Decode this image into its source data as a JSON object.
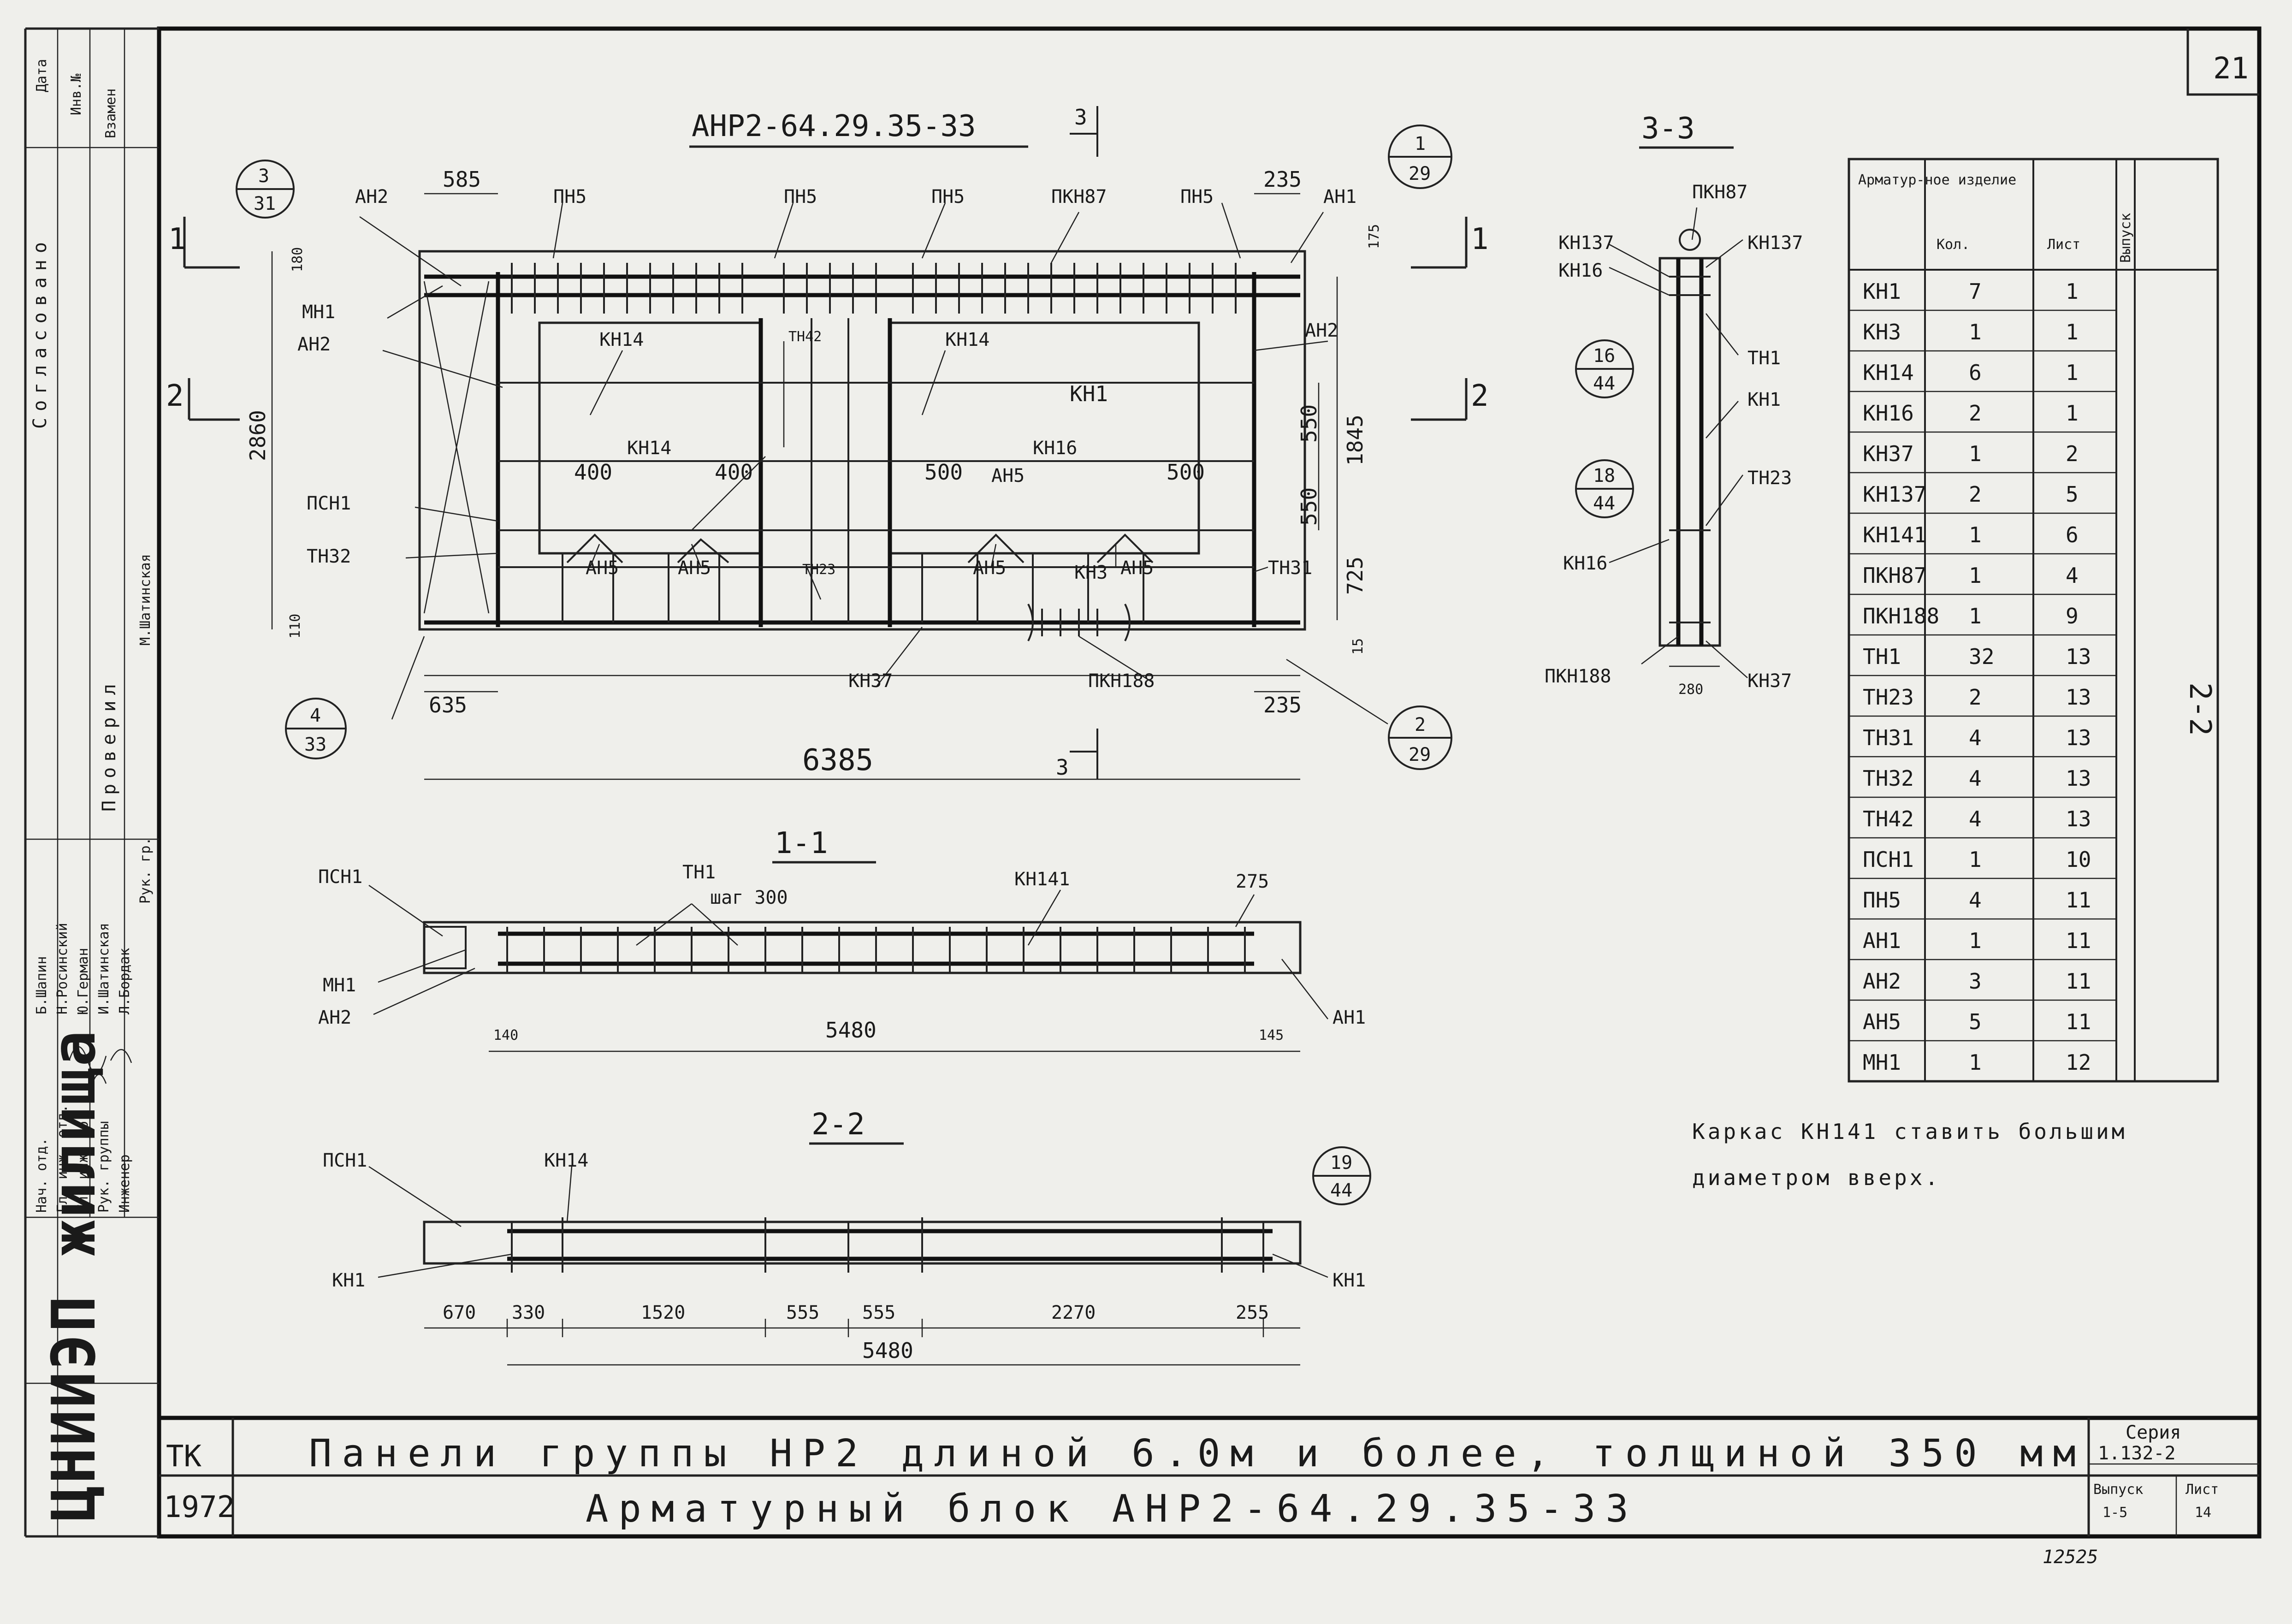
{
  "sheet_number": "21",
  "drawing": {
    "main_title": "АНР2-64.29.35-33",
    "section_mark": "3",
    "dims": {
      "top_585": "585",
      "top_235": "235",
      "left_180": "180",
      "right_175": "175",
      "height_2860": "2860",
      "right_550a": "550",
      "right_550b": "550",
      "right_1845": "1845",
      "right_725": "725",
      "left_110": "110",
      "right_15": "15",
      "d400a": "400",
      "d400b": "400",
      "d500a": "500",
      "d500b": "500",
      "bottom_635": "635",
      "bottom_235": "235",
      "total_6385": "6385"
    },
    "labels": {
      "ah2_top": "АН2",
      "pn5_1": "ПН5",
      "pn5_2": "ПН5",
      "pn5_3": "ПН5",
      "pkn87": "ПКН87",
      "pn5_4": "ПН5",
      "ah1_top": "АН1",
      "mn1": "МН1",
      "ah2_left": "АН2",
      "kn14_1": "КН14",
      "tn42": "ТН42",
      "kn14_2": "КН14",
      "ah2_right": "АН2",
      "kn1": "КН1",
      "kn14_3": "КН14",
      "kn16": "КН16",
      "ah5_top": "АН5",
      "pcn1": "ПСН1",
      "tn32": "ТН32",
      "ah5_a": "АН5",
      "ah5_b": "АН5",
      "tn23": "ТН23",
      "ah5_c": "АН5",
      "kn3": "КН3",
      "ah5_d": "АН5",
      "tn31": "ТН31",
      "kn37": "КН37",
      "pkn188": "ПКН188",
      "cut_1": "1",
      "cut_2": "2"
    },
    "callouts": [
      {
        "top": "3",
        "bottom": "31"
      },
      {
        "top": "1",
        "bottom": "29"
      },
      {
        "top": "4",
        "bottom": "33"
      },
      {
        "top": "2",
        "bottom": "29"
      }
    ]
  },
  "section_33": {
    "title": "3-3",
    "labels": {
      "pkn87": "ПКН87",
      "kn137_l": "КН137",
      "kn137_r": "КН137",
      "kn16_a": "КН16",
      "th1": "ТН1",
      "kn1": "КН1",
      "th23": "ТН23",
      "kn16_b": "КН16",
      "pkn188": "ПКН188",
      "kn37": "КН37",
      "dim_280": "280"
    },
    "callouts": [
      {
        "top": "16",
        "bottom": "44"
      },
      {
        "top": "18",
        "bottom": "44"
      }
    ]
  },
  "section_11": {
    "title": "1-1",
    "labels": {
      "pcn1": "ПСН1",
      "tn1": "ТН1",
      "step": "шаг 300",
      "kn141": "КН141",
      "dim_275": "275",
      "mn1": "МН1",
      "ah2": "АН2",
      "dim_140": "140",
      "dim_5480": "5480",
      "dim_145": "145",
      "ah1": "АН1"
    }
  },
  "section_22": {
    "title": "2-2",
    "labels": {
      "pcn1": "ПСН1",
      "kn14": "КН14",
      "kn1_l": "КН1",
      "kn1_r": "КН1"
    },
    "callout": {
      "top": "19",
      "bottom": "44"
    },
    "dims": [
      "670",
      "330",
      "1520",
      "555",
      "555",
      "2270",
      "255"
    ],
    "total": "5480"
  },
  "spec_table": {
    "headers": [
      "Арматур-ное изделие",
      "Кол.",
      "Лист",
      "Выпуск"
    ],
    "rows": [
      [
        "КН1",
        "7",
        "1"
      ],
      [
        "КН3",
        "1",
        "1"
      ],
      [
        "КН14",
        "6",
        "1"
      ],
      [
        "КН16",
        "2",
        "1"
      ],
      [
        "КН37",
        "1",
        "2"
      ],
      [
        "КН137",
        "2",
        "5"
      ],
      [
        "КН141",
        "1",
        "6"
      ],
      [
        "ПКН87",
        "1",
        "4"
      ],
      [
        "ПКН188",
        "1",
        "9"
      ],
      [
        "ТН1",
        "32",
        "13"
      ],
      [
        "ТН23",
        "2",
        "13"
      ],
      [
        "ТН31",
        "4",
        "13"
      ],
      [
        "ТН32",
        "4",
        "13"
      ],
      [
        "ТН42",
        "4",
        "13"
      ],
      [
        "ПСН1",
        "1",
        "10"
      ],
      [
        "ПН5",
        "4",
        "11"
      ],
      [
        "АН1",
        "1",
        "11"
      ],
      [
        "АН2",
        "3",
        "11"
      ],
      [
        "АН5",
        "5",
        "11"
      ],
      [
        "МН1",
        "1",
        "12"
      ]
    ],
    "release": "2-2"
  },
  "note": {
    "line1": "Каркас КН141 ставить большим",
    "line2": "диаметром вверх."
  },
  "title_block": {
    "org": "ЦНИИЭП жилища",
    "tk": "ТК",
    "year": "1972",
    "line1": "Панели группы НР2 длиной 6.0м и более, толщиной 350 мм",
    "line2": "Арматурный блок АНР2-64.29.35-33",
    "series_label": "Серия",
    "series_value": "1.132-2",
    "release_label": "Выпуск",
    "release_value": "1-5",
    "sheet_label": "Лист",
    "sheet_value": "14",
    "footer_number": "12525"
  },
  "side_stamp": {
    "agreed": "Согласовано",
    "inv": "Инв.№",
    "date": "Дата",
    "replace": "Взамен",
    "checked": "Проверил",
    "roles": [
      "Нач. отд.",
      "Гл. инж. отд.",
      "Гл. инж. пр.",
      "Рук. группы",
      "Инженер",
      "Рук. гр."
    ],
    "names": [
      "Б.Шапин",
      "Н.Росинский",
      "Ю.Герман",
      "И.Шатинская",
      "Л.Бордак",
      "М.Шатинская"
    ]
  }
}
